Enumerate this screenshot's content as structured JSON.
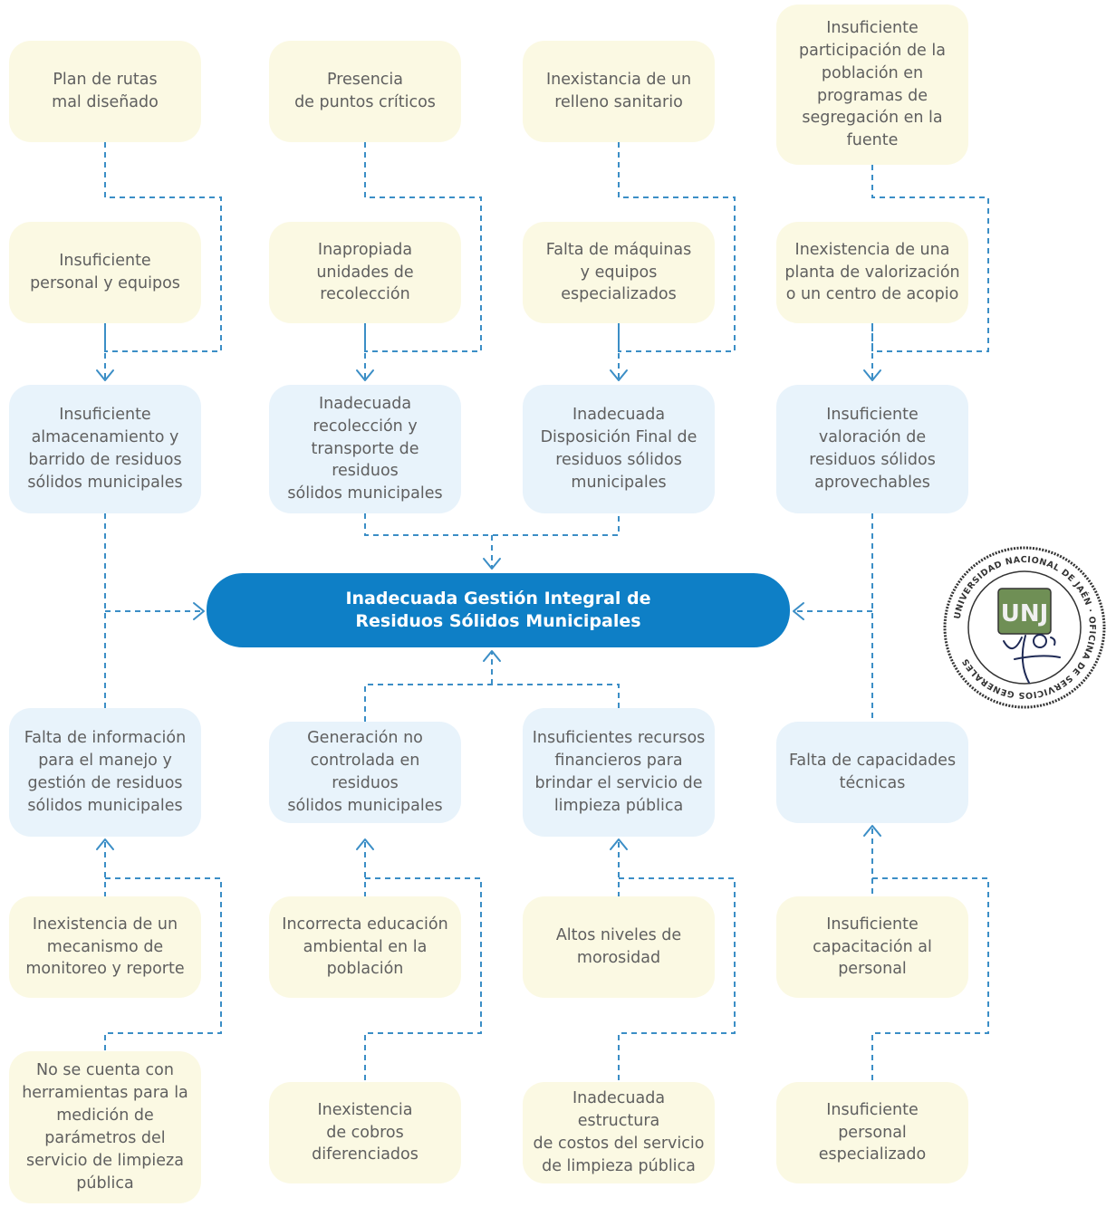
{
  "colors": {
    "cause_fill": "#fbf9e3",
    "mid_fill": "#e8f3fb",
    "central_fill": "#0e7fc6",
    "central_text": "#ffffff",
    "connector": "#3b8ec6",
    "text": "#5f5f5f",
    "stamp": "#333333"
  },
  "central": {
    "label": "Inadecuada Gestión Integral de\nResiduos Sólidos Municipales"
  },
  "top": [
    {
      "causes": [
        "Plan de rutas\nmal diseñado",
        "Insuficiente\npersonal y equipos"
      ],
      "effect": "Insuficiente\nalmacenamiento y\nbarrido de residuos\nsólidos municipales"
    },
    {
      "causes": [
        "Presencia\nde puntos críticos",
        "Inapropiada\nunidades de\nrecolección"
      ],
      "effect": "Inadecuada\nrecolección y\ntransporte de residuos\nsólidos municipales"
    },
    {
      "causes": [
        "Inexistancia de un\nrelleno sanitario",
        "Falta de máquinas\ny equipos\nespecializados"
      ],
      "effect": "Inadecuada\nDisposición Final de\nresiduos sólidos\nmunicipales"
    },
    {
      "causes": [
        "Insuficiente\nparticipación de la\npoblación en\nprogramas de\nsegregación en la\nfuente",
        "Inexistencia de una\nplanta de valorización\no un centro de acopio"
      ],
      "effect": "Insuficiente\nvaloración de\nresiduos sólidos\naprovechables"
    }
  ],
  "bottom": [
    {
      "effect": "Falta de información\npara el manejo y\ngestión de residuos\nsólidos municipales",
      "causes": [
        "Inexistencia de un\nmecanismo de\nmonitoreo y reporte",
        "No se cuenta con\nherramientas para la\nmedición de\nparámetros del\nservicio de limpieza\npública"
      ]
    },
    {
      "effect": "Generación no\ncontrolada en residuos\nsólidos municipales",
      "causes": [
        "Incorrecta educación\nambiental en la\npoblación",
        "Inexistencia\nde cobros\ndiferenciados"
      ]
    },
    {
      "effect": "Insuficientes recursos\nfinancieros para\nbrindar el servicio de\nlimpieza pública",
      "causes": [
        "Altos niveles de\nmorosidad",
        "Inadecuada estructura\nde costos del servicio\nde limpieza pública"
      ]
    },
    {
      "effect": "Falta de capacidades\ntécnicas",
      "causes": [
        "Insuficiente\ncapacitación al\npersonal",
        "Insuficiente\npersonal especializado"
      ]
    }
  ],
  "stamp": {
    "ring_text": "UNIVERSIDAD NACIONAL DE JAÉN · OFICINA DE SERVICIOS GENERALES",
    "center_text": "UNJ",
    "signature": "V°B°"
  }
}
